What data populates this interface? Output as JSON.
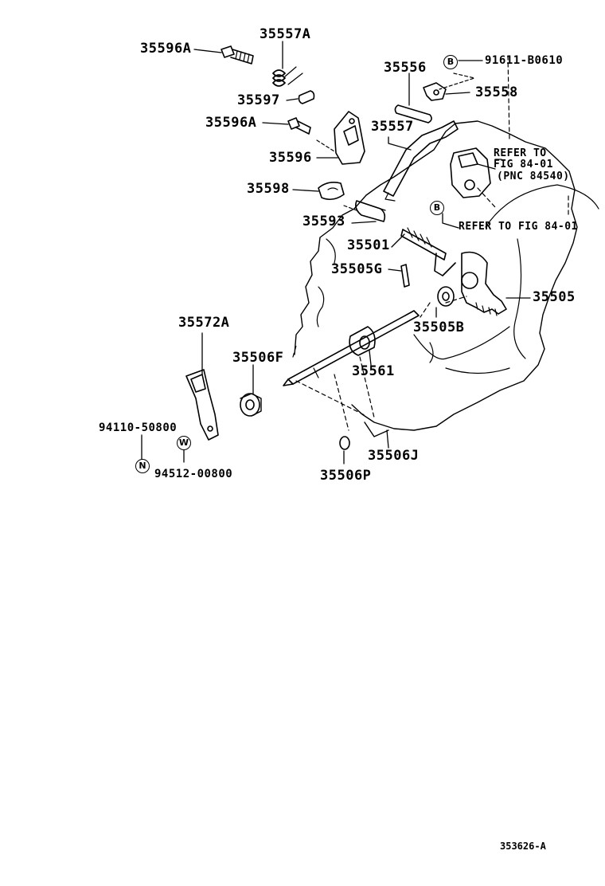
{
  "parts": {
    "p35596A_top": "35596A",
    "p35557A": "35557A",
    "p35597": "35597",
    "p35596A_mid": "35596A",
    "p35596": "35596",
    "p35598": "35598",
    "p35556": "35556",
    "p35558": "35558",
    "p35557": "35557",
    "p35593": "35593",
    "p35501": "35501",
    "p35505G": "35505G",
    "p35505": "35505",
    "p35505B": "35505B",
    "p35561": "35561",
    "p35506F": "35506F",
    "p35572A": "35572A",
    "p35506J": "35506J",
    "p35506P": "35506P"
  },
  "standard_parts": {
    "b_bolt": "91611-B0610",
    "n_nut": "94110-50800",
    "w_washer": "94512-00800"
  },
  "markers": {
    "b1": "B",
    "b2": "B",
    "n": "N",
    "w": "W"
  },
  "refs": {
    "ref1_line1": "REFER TO",
    "ref1_line2": "FIG 84-01",
    "ref1_line3": "(PNC 84540)",
    "ref2": "REFER TO FIG 84-01"
  },
  "diagram_code": "353626-A"
}
